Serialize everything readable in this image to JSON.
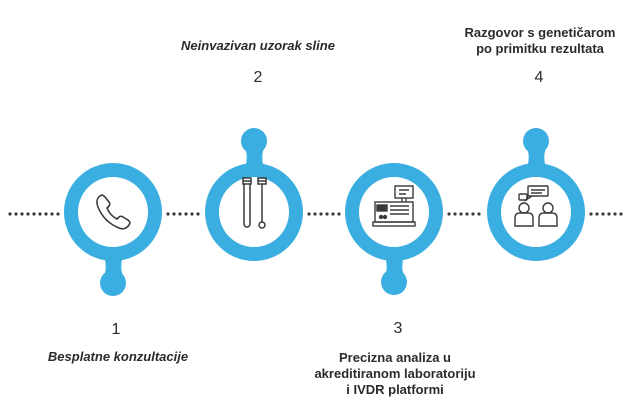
{
  "colors": {
    "accent": "#3aaee0",
    "icon": "#3a3a3a",
    "dots": "#3a3a3a"
  },
  "steps": [
    {
      "number": "1",
      "title": "Besplatne konzultacije",
      "icon": "phone-icon",
      "stem": "down"
    },
    {
      "number": "2",
      "title": "Neinvazivan uzorak sline",
      "icon": "swab-tubes-icon",
      "stem": "up"
    },
    {
      "number": "3",
      "title": "Precizna analiza u akreditiranom laboratoriju i IVDR platformi",
      "title_lines": [
        "Precizna analiza u",
        "akreditiranom laboratoriju",
        "i IVDR platformi"
      ],
      "icon": "lab-analyzer-icon",
      "stem": "down"
    },
    {
      "number": "4",
      "title": "Razgovor s genetičarom po primitku rezultata",
      "title_lines": [
        "Razgovor s genetičarom",
        "po primitku rezultata"
      ],
      "icon": "conversation-icon",
      "stem": "up"
    }
  ]
}
